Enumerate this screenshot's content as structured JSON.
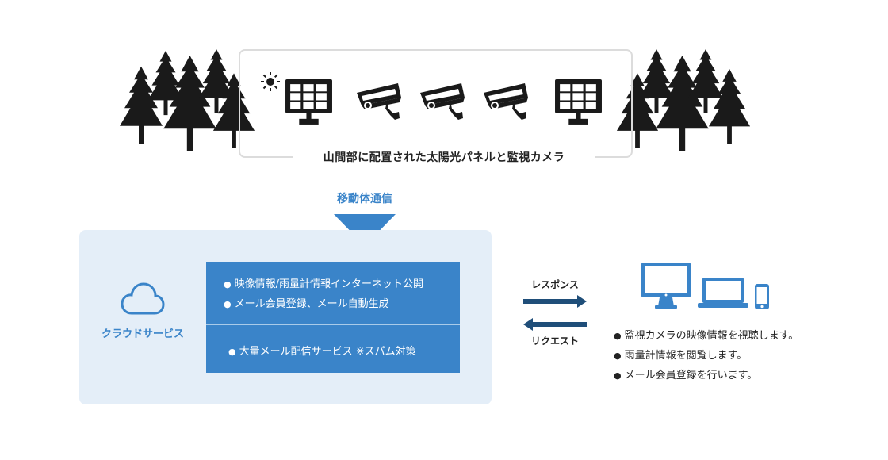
{
  "site": {
    "caption": "山間部に配置された太陽光パネルと監視カメラ",
    "devices": [
      "sun-icon",
      "solar-panel-icon",
      "camera-icon",
      "camera-icon",
      "camera-icon",
      "solar-panel-icon"
    ]
  },
  "network": {
    "label": "移動体通信"
  },
  "cloud": {
    "label": "クラウドサービス",
    "services_top": [
      "映像情報/雨量計情報インターネット公開",
      "メール会員登録、メール自動生成"
    ],
    "services_bottom": "大量メール配信サービス ※スパム対策"
  },
  "arrows": {
    "response": "レスポンス",
    "request": "リクエスト"
  },
  "client": {
    "devices": [
      "desktop-icon",
      "laptop-icon",
      "smartphone-icon"
    ],
    "items": [
      "監視カメラの映像情報を視聴します。",
      "雨量計情報を閲覧します。",
      "メール会員登録を行います。"
    ]
  },
  "colors": {
    "accent": "#3a84c9",
    "panel_bg": "#e4eef8",
    "arrow": "#1f4e79",
    "silhouette": "#1a1a1a"
  }
}
